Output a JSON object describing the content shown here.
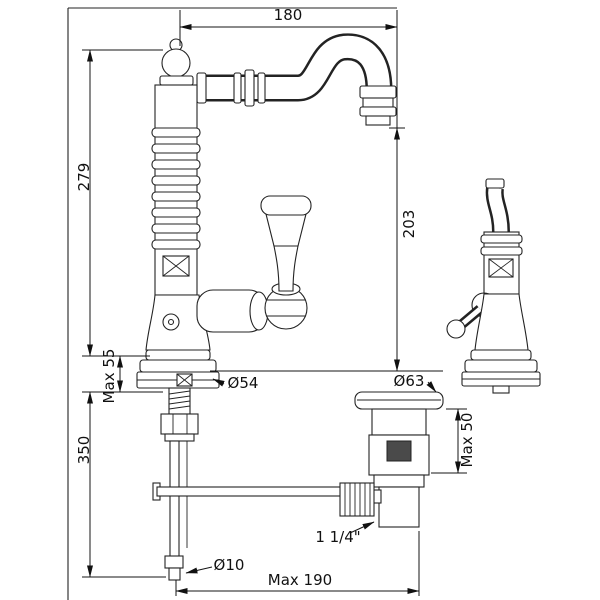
{
  "colors": {
    "line": "#232323",
    "text": "#111111",
    "background": "#ffffff"
  },
  "dimensions": {
    "top_width": "180",
    "left_height": "279",
    "spout_height": "203",
    "base_max": "Max 55",
    "under_height": "350",
    "base_dia": "Ø54",
    "drain_dia": "Ø63",
    "drain_max": "Max 50",
    "rod_dia": "Ø10",
    "drain_thread": "1 1/4\"",
    "reach_max": "Max 190"
  }
}
